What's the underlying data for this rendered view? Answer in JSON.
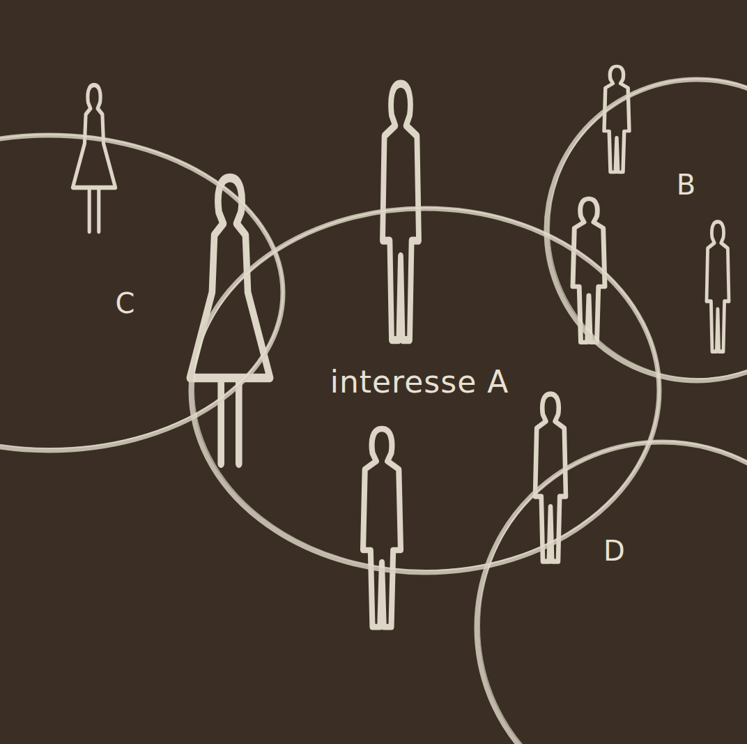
{
  "diagram": {
    "nodes": [
      {
        "text": [
          "B"
        ]
      },
      {
        "text": [
          "C"
        ]
      },
      {
        "text": [
          "interesse A"
        ]
      },
      {
        "text": [
          "D"
        ]
      }
    ]
  }
}
